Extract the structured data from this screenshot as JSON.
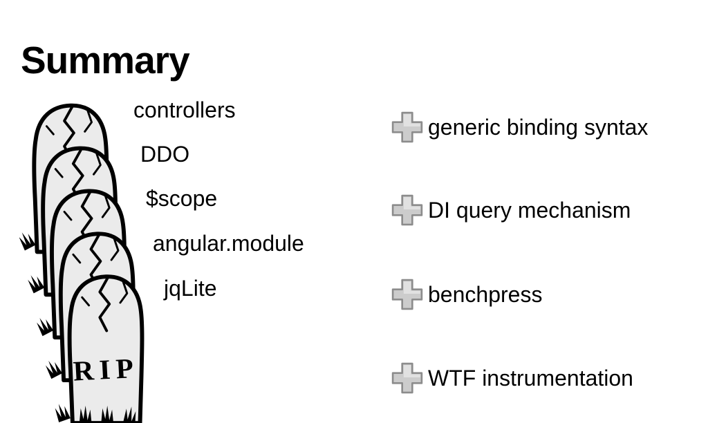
{
  "slide": {
    "title": "Summary"
  },
  "deprecated": {
    "rip_label": "RIP",
    "items": [
      {
        "icon": "tombstone-icon",
        "label": "controllers"
      },
      {
        "icon": "tombstone-icon",
        "label": "DDO"
      },
      {
        "icon": "tombstone-icon",
        "label": "$scope"
      },
      {
        "icon": "tombstone-icon",
        "label": "angular.module"
      },
      {
        "icon": "tombstone-icon",
        "label": "jqLite"
      }
    ]
  },
  "additions": {
    "items": [
      {
        "icon": "plus-icon",
        "label": "generic binding syntax"
      },
      {
        "icon": "plus-icon",
        "label": "DI query mechanism"
      },
      {
        "icon": "plus-icon",
        "label": "benchpress"
      },
      {
        "icon": "plus-icon",
        "label": "WTF instrumentation"
      }
    ]
  },
  "colors": {
    "background": "#ffffff",
    "text": "#000000",
    "stone_fill": "#ebebeb",
    "stone_outline": "#000000",
    "plus_fill": "#cccccc",
    "plus_border": "#8c8c8c"
  }
}
